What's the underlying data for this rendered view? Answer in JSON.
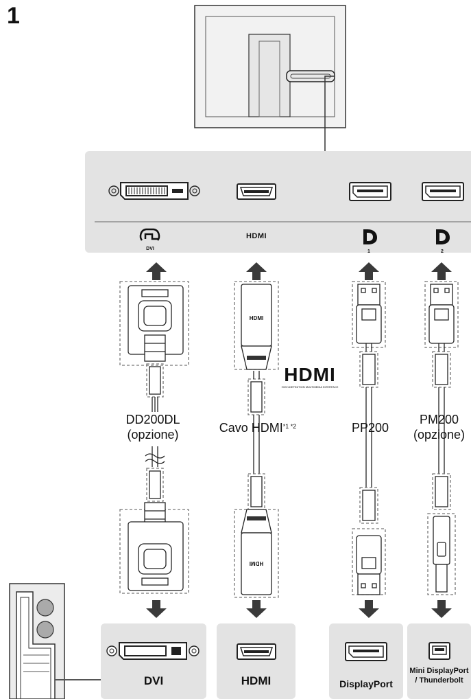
{
  "step_number": "1",
  "monitor_ports": [
    {
      "name": "DVI-D",
      "label": "DVI"
    },
    {
      "name": "HDMI",
      "label": "HDMI"
    },
    {
      "name": "DisplayPort 1",
      "label": "1"
    },
    {
      "name": "DisplayPort 2",
      "label": "2"
    }
  ],
  "cables": [
    {
      "model": "DD200DL",
      "note": "(opzione)"
    },
    {
      "model": "Cavo HDMI",
      "note_sup": "*1 *2"
    },
    {
      "model": "PP200"
    },
    {
      "model": "PM200",
      "note": "(opzione)"
    }
  ],
  "pc_ports": [
    {
      "label": "DVI"
    },
    {
      "label": "HDMI"
    },
    {
      "label": "DisplayPort"
    },
    {
      "label_line1": "Mini DisplayPort",
      "label_line2": "/ Thunderbolt"
    }
  ],
  "hdmi_logo": {
    "text": "HDMI",
    "subtext": "HIGH-DEFINITION MULTIMEDIA INTERFACE"
  },
  "colors": {
    "panel": "#e3e3e3",
    "line": "#333333",
    "dash": "#777777",
    "arrow": "#3a3a3a"
  }
}
